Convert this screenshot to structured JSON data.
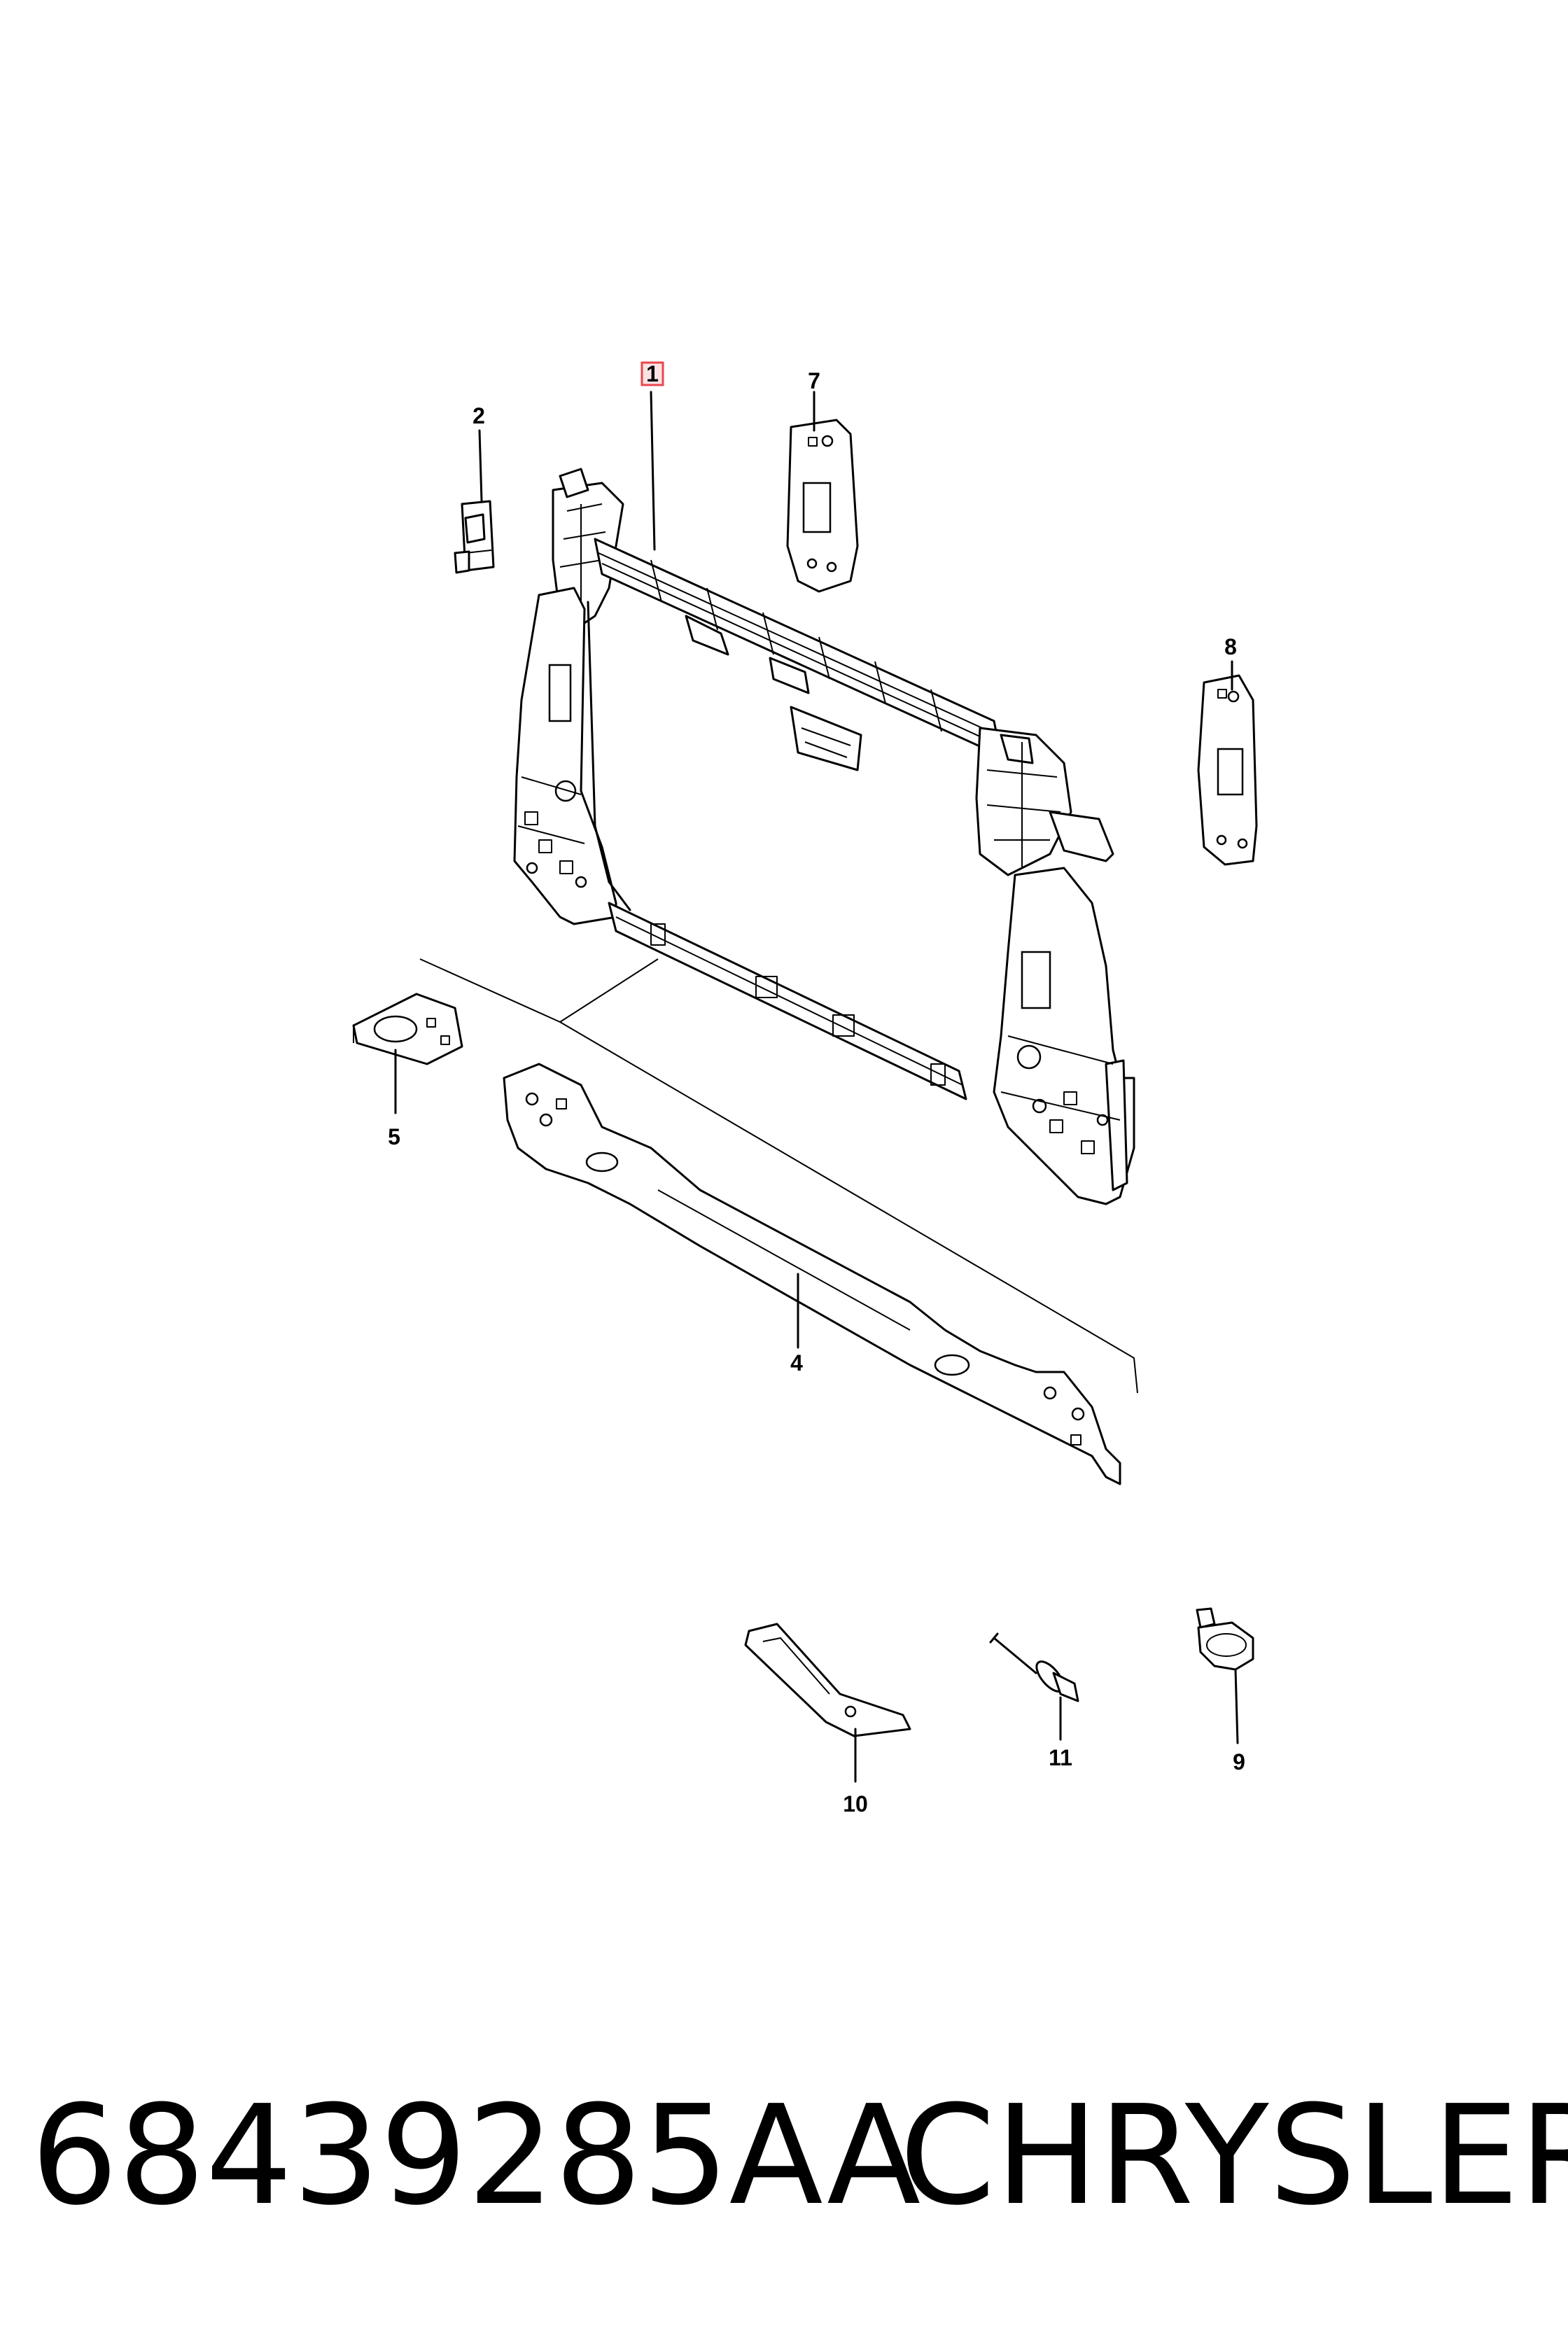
{
  "diagram": {
    "callouts": [
      {
        "id": "1",
        "label": "1",
        "highlighted": true
      },
      {
        "id": "2",
        "label": "2"
      },
      {
        "id": "4",
        "label": "4"
      },
      {
        "id": "5",
        "label": "5"
      },
      {
        "id": "7",
        "label": "7"
      },
      {
        "id": "8",
        "label": "8"
      },
      {
        "id": "9",
        "label": "9"
      },
      {
        "id": "10",
        "label": "10"
      },
      {
        "id": "11",
        "label": "11"
      }
    ],
    "highlight_color": "#e8474c"
  },
  "caption": {
    "part_number": "68439285AA",
    "brand": "CHRYSLER"
  }
}
